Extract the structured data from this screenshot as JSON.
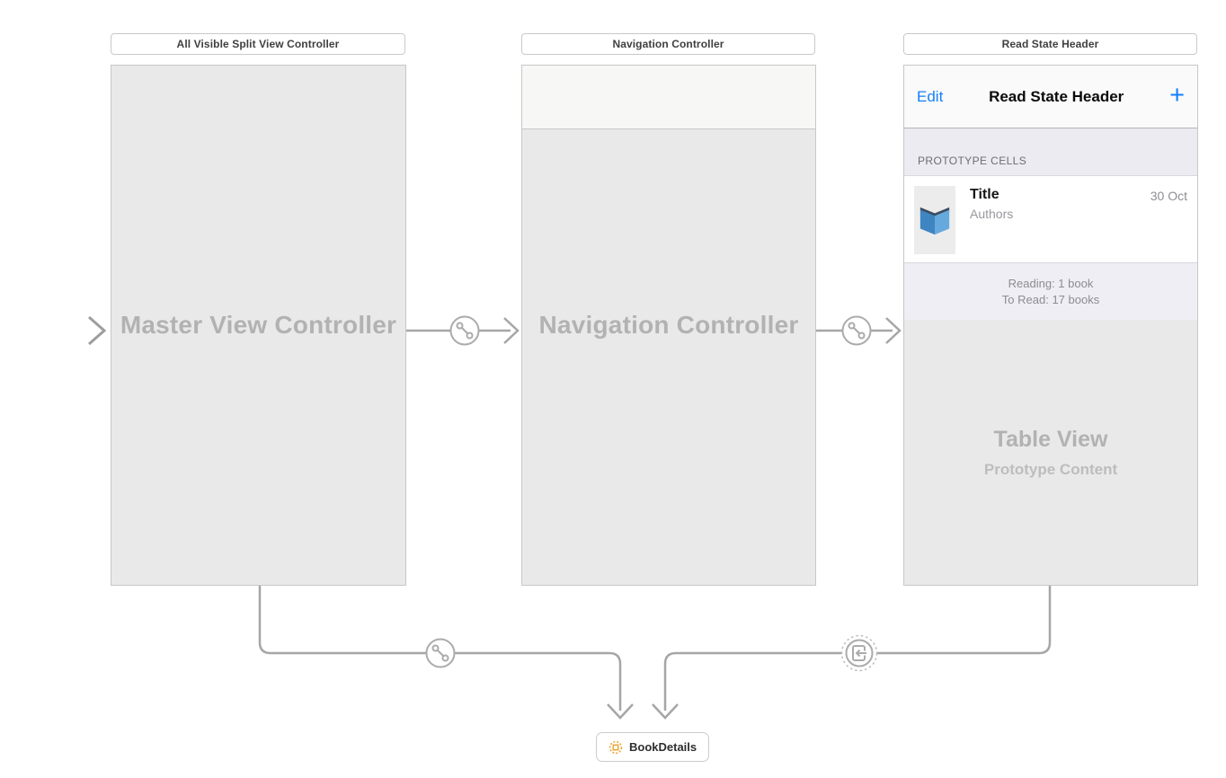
{
  "colors": {
    "accent_blue": "#157EFB",
    "canvas_gray": "#E9E9E9",
    "connector_gray": "#A6A6A6",
    "placeholder_text_gray": "#B2B2B2",
    "reference_orange": "#EAA83C",
    "book_icon_dark_blue": "#3F85C2",
    "book_icon_light_blue": "#66A9DD"
  },
  "scene_headers": [
    "All Visible Split View Controller",
    "Navigation Controller",
    "Read State Header"
  ],
  "master_scene": {
    "placeholder_label": "Master View Controller"
  },
  "navigation_scene": {
    "placeholder_label": "Navigation Controller"
  },
  "read_state_scene": {
    "nav_bar": {
      "left_button": "Edit",
      "title": "Read State Header",
      "right_button": "+"
    },
    "section_header": "PROTOTYPE CELLS",
    "prototype_cell": {
      "icon": "book-icon",
      "title": "Title",
      "subtitle": "Authors",
      "detail": "30 Oct"
    },
    "summary": {
      "line1": "Reading: 1 book",
      "line2": "To Read: 17 books"
    },
    "table_view": {
      "title": "Table View",
      "subtitle": "Prototype Content"
    }
  },
  "segues": {
    "icon_relationship": "relationship-segue-icon",
    "icon_storyboard_reference": "storyboard-reference-segue-icon"
  },
  "storyboard_reference": {
    "icon": "storyboard-reference-icon",
    "label": "BookDetails"
  }
}
